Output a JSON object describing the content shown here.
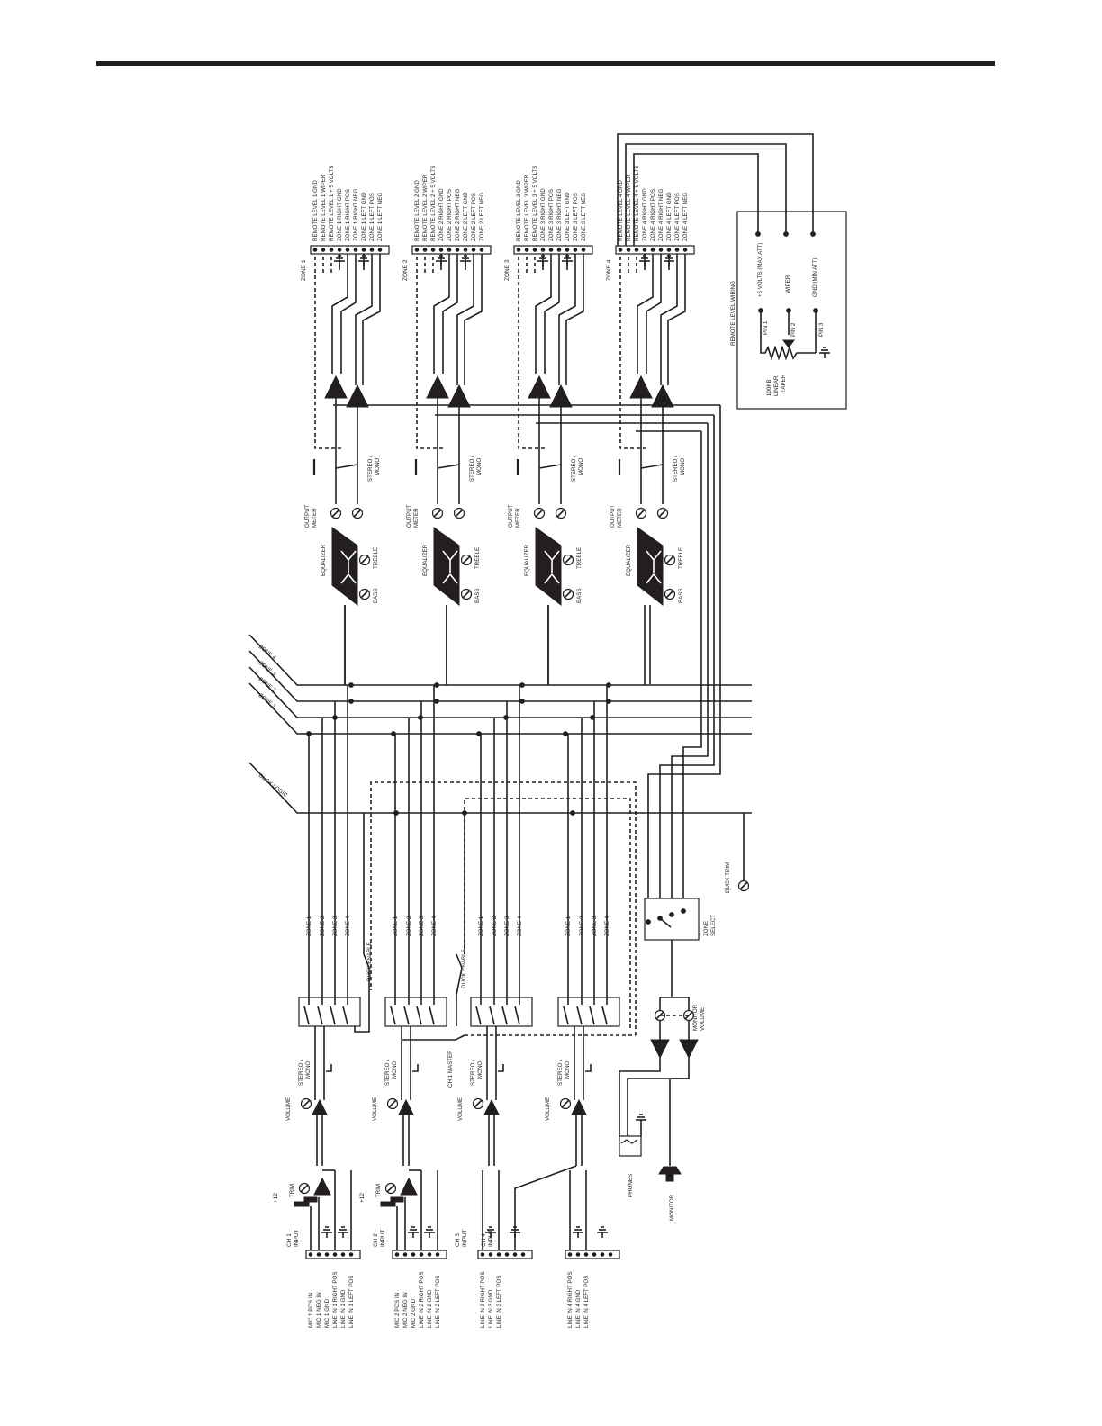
{
  "zones": [
    {
      "name": "ZONE 1",
      "outputs": [
        "REMOTE LEVEL 1 GND",
        "REMOTE LEVEL 1 WIPER",
        "REMOTE LEVEL 1 + 5 VOLTS",
        "ZONE 1 RIGHT GND",
        "ZONE 1 RIGHT POS",
        "ZONE 1 RIGHT NEG",
        "ZONE 1 LEFT GND",
        "ZONE 1 LEFT POS",
        "ZONE 1 LEFT NEG"
      ]
    },
    {
      "name": "ZONE 2",
      "outputs": [
        "REMOTE LEVEL 2 GND",
        "REMOTE LEVEL 2 WIPER",
        "REMOTE LEVEL 2 + 5 VOLTS",
        "ZONE 2 RIGHT GND",
        "ZONE 2 RIGHT POS",
        "ZONE 2 RIGHT NEG",
        "ZONE 2 LEFT GND",
        "ZONE 2 LEFT POS",
        "ZONE 2 LEFT NEG"
      ]
    },
    {
      "name": "ZONE 3",
      "outputs": [
        "REMOTE LEVEL 3 GND",
        "REMOTE LEVEL 3 WIPER",
        "REMOTE LEVEL 3 + 5 VOLTS",
        "ZONE 3 RIGHT GND",
        "ZONE 3 RIGHT POS",
        "ZONE 3 RIGHT NEG",
        "ZONE 3 LEFT GND",
        "ZONE 3 LEFT POS",
        "ZONE 3 LEFT NEG"
      ]
    },
    {
      "name": "ZONE 4",
      "outputs": [
        "REMOTE LEVEL 4 GND",
        "REMOTE LEVEL 4 WIPER",
        "REMOTE LEVEL 4 + 5 VOLTS",
        "ZONE 4 RIGHT GND",
        "ZONE 4 RIGHT POS",
        "ZONE 4 RIGHT NEG",
        "ZONE 4 LEFT GND",
        "ZONE 4 LEFT POS",
        "ZONE 4 LEFT NEG"
      ]
    }
  ],
  "zone_labels": {
    "stereo_mono": [
      "STEREO /",
      "MONO"
    ],
    "output_meter": [
      "OUTPUT",
      "METER"
    ],
    "equalizer": "EQUALIZER",
    "bass": "BASS",
    "treble": "TREBLE"
  },
  "buses": [
    "ZONE 4",
    "ZONE 3",
    "ZONE 2",
    "ZONE 1",
    "DUCK LOGIC"
  ],
  "channels": [
    {
      "input_label": [
        "CH 1",
        "INPUT"
      ],
      "pins": [
        "MIC 1 POS IN",
        "MIC 1 NEG IN",
        "MIC 1 GND",
        "LINE IN 1 RIGHT POS",
        "LINE IN 1 GND",
        "LINE IN 1 LEFT POS"
      ],
      "has_mic": true
    },
    {
      "input_label": [
        "CH 2",
        "INPUT"
      ],
      "pins": [
        "MIC 2 POS IN",
        "MIC 2 NEG IN",
        "MIC 2 GND",
        "LINE IN 2 RIGHT POS",
        "LINE IN 2 GND",
        "LINE IN 2 LEFT POS"
      ],
      "has_mic": true
    },
    {
      "input_label": [
        "CH 3",
        "INPUT"
      ],
      "pins": [
        "LINE IN 3 RIGHT POS",
        "LINE IN 3 GND",
        "LINE IN 3 LEFT POS"
      ],
      "has_mic": false
    },
    {
      "input_label": [
        "CH 4",
        "INPUT"
      ],
      "pins": [
        "LINE IN 4 RIGHT POS",
        "LINE IN 4 GND",
        "LINE IN 4 LEFT POS"
      ],
      "has_mic": false
    }
  ],
  "channel_labels": {
    "plus12": "+12",
    "trim": "TRIM",
    "volume": "VOLUME",
    "stereo_mono": [
      "STEREO /",
      "MONO"
    ],
    "duck_enable": "DUCK ENABLE",
    "ch1_master": "CH 1 MASTER",
    "zone_switches": [
      "ZONE 1",
      "ZONE 2",
      "ZONE 3",
      "ZONE 4"
    ]
  },
  "monitor": {
    "zone_select": [
      "ZONE",
      "SELECT"
    ],
    "duck_trim": "DUCK TRIM",
    "monitor_volume": [
      "MONITOR",
      "VOLUME"
    ],
    "phones": "PHONES",
    "monitor": "MONITOR"
  },
  "remote_wiring": {
    "title": "REMOTE LEVEL WIRING",
    "pins": [
      "PIN 1",
      "PIN 2",
      "PIN 3"
    ],
    "signals": [
      "+5 VOLTS  (MAX ATT)",
      "WIPER",
      "GND  (MIN ATT)"
    ],
    "pot": [
      "100KB",
      "LINEAR",
      "TAPER"
    ]
  }
}
